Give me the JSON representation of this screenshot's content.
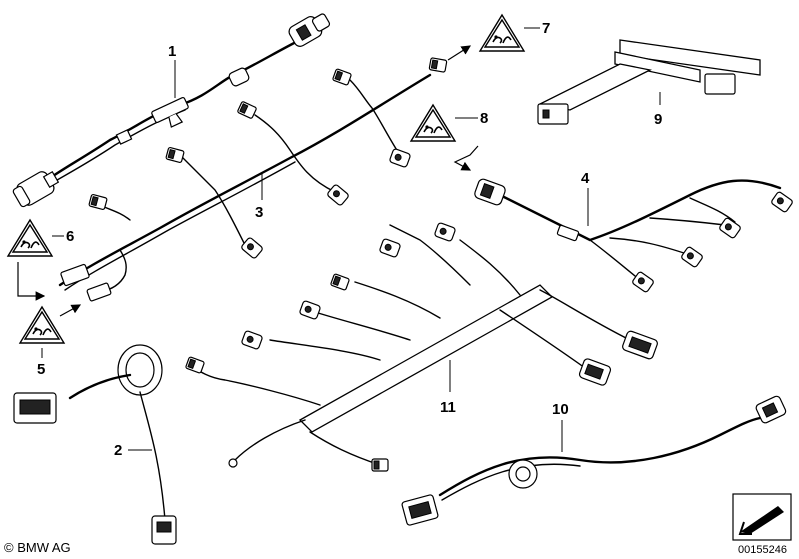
{
  "callouts": {
    "c1": "1",
    "c2": "2",
    "c3": "3",
    "c4": "4",
    "c5": "5",
    "c6": "6",
    "c7": "7",
    "c8": "8",
    "c9": "9",
    "c10": "10",
    "c11": "11"
  },
  "footer": {
    "copyright": "© BMW AG",
    "doc_number": "00155246"
  },
  "icons": [
    "caution-triangle-icon",
    "arrow-icon",
    "direction-arrow-icon"
  ]
}
